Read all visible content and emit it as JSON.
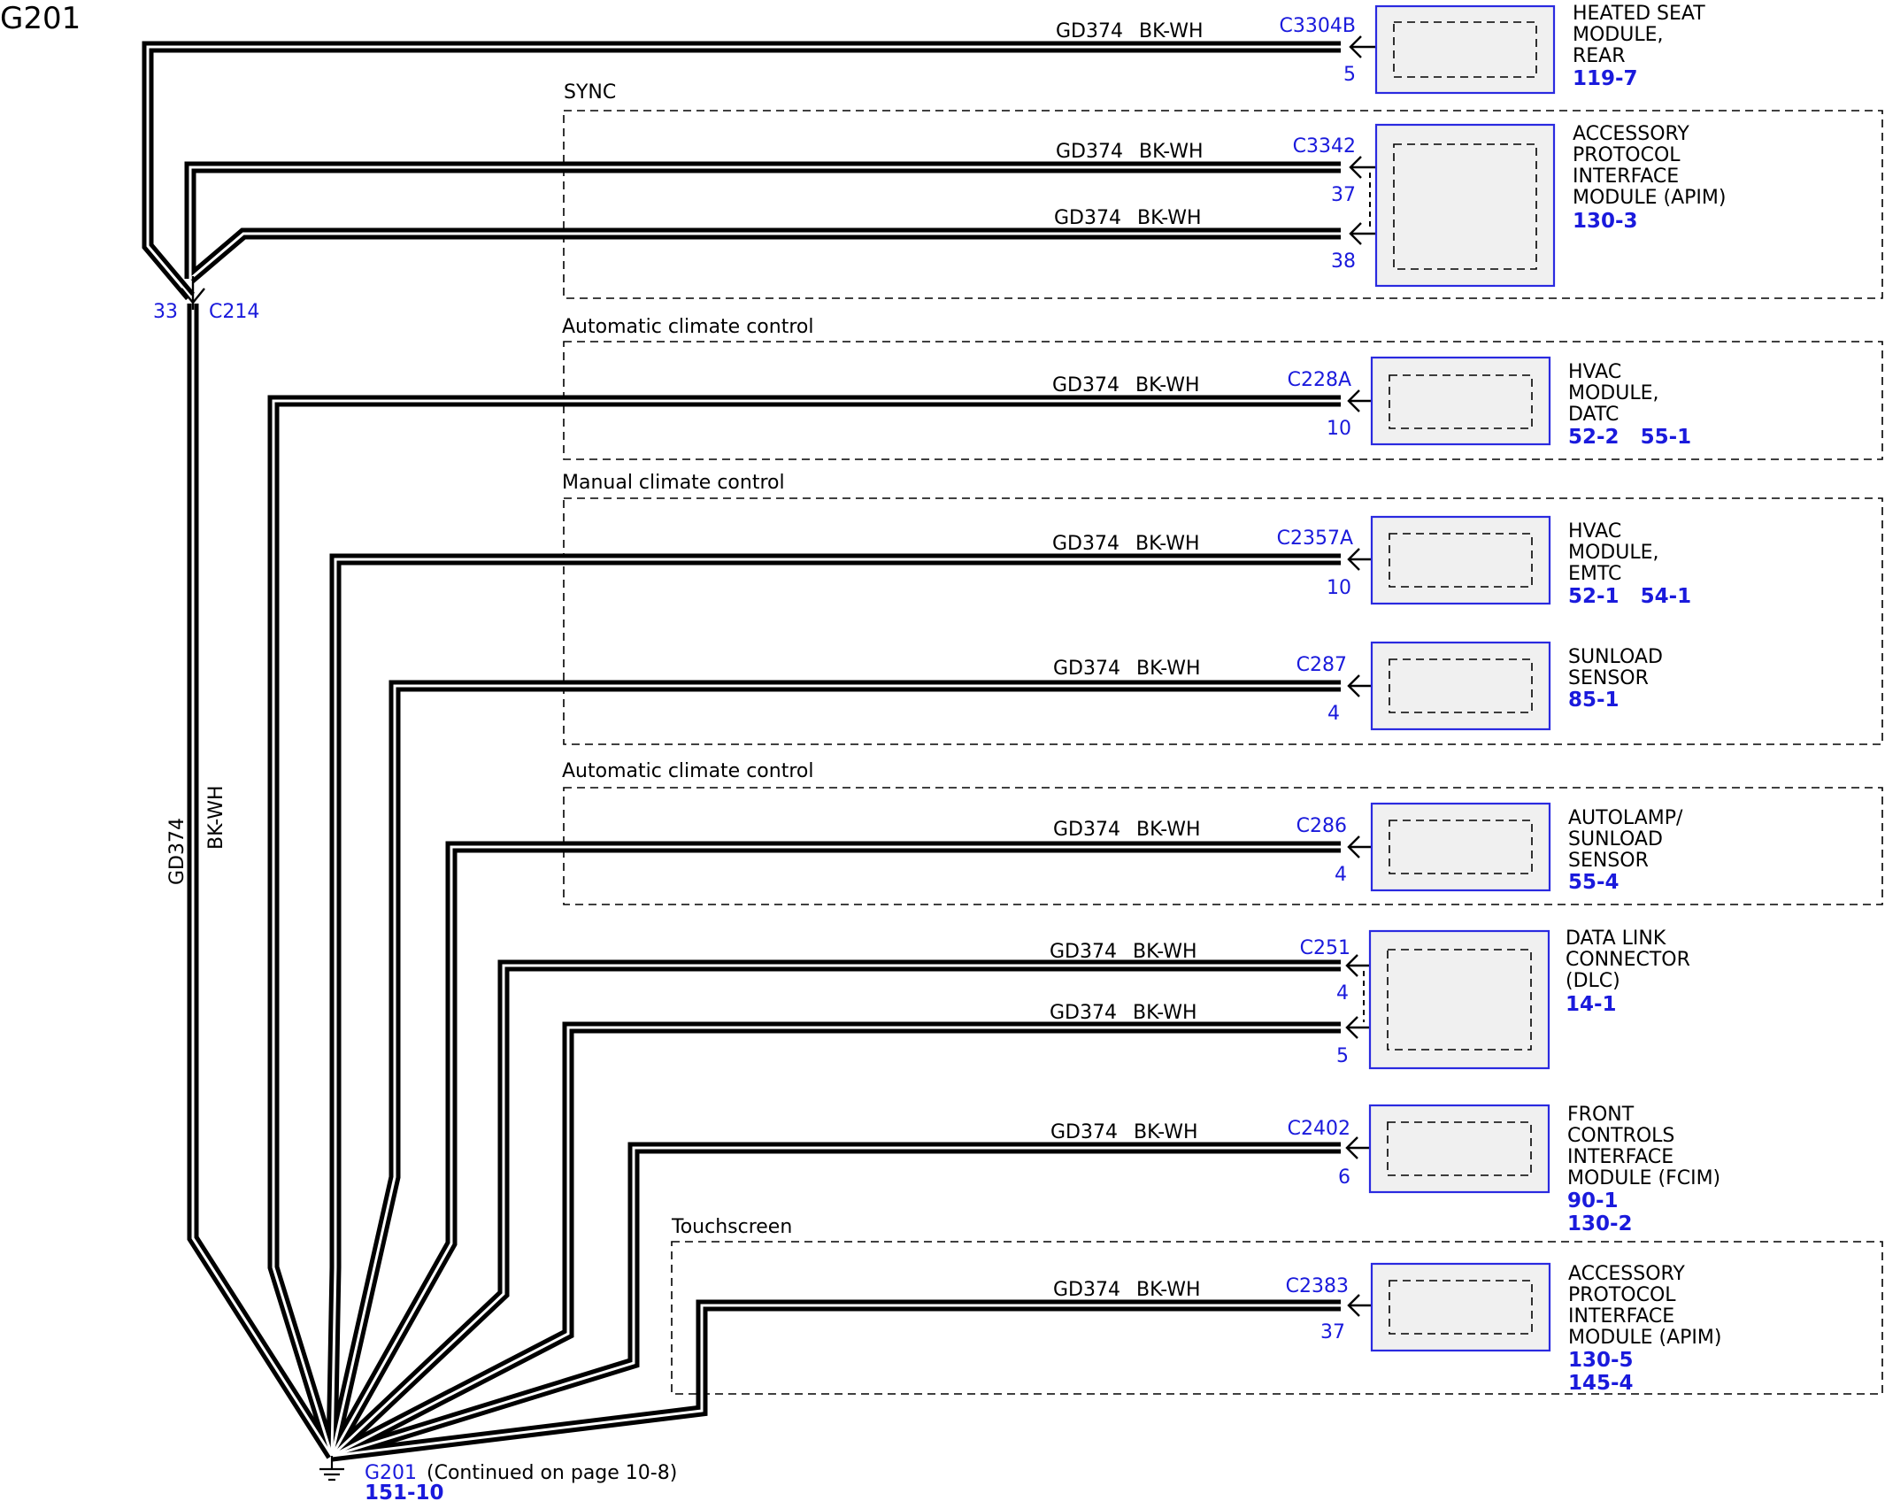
{
  "page_label": "G201",
  "main_wire": {
    "circuit": "GD374",
    "color": "BK-WH"
  },
  "splice": {
    "pin": "33",
    "connector": "C214"
  },
  "ground": {
    "id": "G201",
    "note": "(Continued on page 10-8)",
    "ref": "151-10"
  },
  "groups": [
    {
      "label": "SYNC"
    },
    {
      "label": "Automatic climate control"
    },
    {
      "label": "Manual climate control"
    },
    {
      "label": "Automatic climate control"
    },
    {
      "label": "Touchscreen"
    }
  ],
  "wires": [
    {
      "circuit": "GD374",
      "color": "BK-WH",
      "connector": "C3304B",
      "pin": "5"
    },
    {
      "circuit": "GD374",
      "color": "BK-WH",
      "connector": "C3342",
      "pin": "37"
    },
    {
      "circuit": "GD374",
      "color": "BK-WH",
      "connector": "",
      "pin": "38"
    },
    {
      "circuit": "GD374",
      "color": "BK-WH",
      "connector": "C228A",
      "pin": "10"
    },
    {
      "circuit": "GD374",
      "color": "BK-WH",
      "connector": "C2357A",
      "pin": "10"
    },
    {
      "circuit": "GD374",
      "color": "BK-WH",
      "connector": "C287",
      "pin": "4"
    },
    {
      "circuit": "GD374",
      "color": "BK-WH",
      "connector": "C286",
      "pin": "4"
    },
    {
      "circuit": "GD374",
      "color": "BK-WH",
      "connector": "C251",
      "pin": "4"
    },
    {
      "circuit": "GD374",
      "color": "BK-WH",
      "connector": "",
      "pin": "5"
    },
    {
      "circuit": "GD374",
      "color": "BK-WH",
      "connector": "C2402",
      "pin": "6"
    },
    {
      "circuit": "GD374",
      "color": "BK-WH",
      "connector": "C2383",
      "pin": "37"
    }
  ],
  "modules": [
    {
      "lines": [
        "HEATED SEAT",
        "MODULE,",
        "REAR"
      ],
      "refs": "119-7"
    },
    {
      "lines": [
        "ACCESSORY",
        "PROTOCOL",
        "INTERFACE",
        "MODULE (APIM)"
      ],
      "refs": "130-3"
    },
    {
      "lines": [
        "HVAC",
        "MODULE,",
        "DATC"
      ],
      "refs": "52-2   55-1"
    },
    {
      "lines": [
        "HVAC",
        "MODULE,",
        "EMTC"
      ],
      "refs": "52-1   54-1"
    },
    {
      "lines": [
        "SUNLOAD",
        "SENSOR"
      ],
      "refs": "85-1"
    },
    {
      "lines": [
        "AUTOLAMP/",
        "SUNLOAD",
        "SENSOR"
      ],
      "refs": "55-4"
    },
    {
      "lines": [
        "DATA LINK",
        "CONNECTOR",
        "(DLC)"
      ],
      "refs": "14-1"
    },
    {
      "lines": [
        "FRONT",
        "CONTROLS",
        "INTERFACE",
        "MODULE (FCIM)"
      ],
      "refs": "90-1\n130-2"
    },
    {
      "lines": [
        "ACCESSORY",
        "PROTOCOL",
        "INTERFACE",
        "MODULE (APIM)"
      ],
      "refs": "130-5\n145-4"
    }
  ],
  "colors": {
    "wire": "#000000",
    "link": "#1a1adc",
    "module_border": "#2a2ae0",
    "module_fill": "#f0f0f0"
  }
}
